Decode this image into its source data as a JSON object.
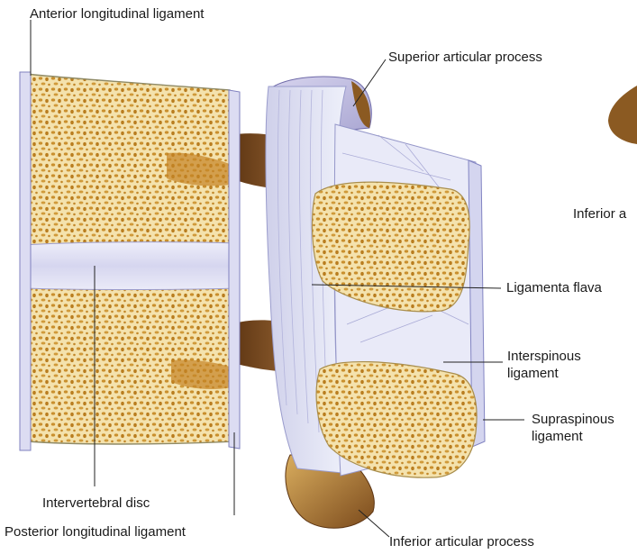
{
  "labels": {
    "anterior_longitudinal": "Anterior longitudinal ligament",
    "superior_articular": "Superior articular process",
    "inferior_partial": "Inferior a",
    "ligamenta_flava": "Ligamenta flava",
    "interspinous_line1": "Interspinous",
    "interspinous_line2": "ligament",
    "supraspinous_line1": "Supraspinous",
    "supraspinous_line2": "ligament",
    "intervertebral_disc": "Intervertebral disc",
    "posterior_longitudinal": "Posterior longitudinal ligament",
    "inferior_articular": "Inferior articular process"
  },
  "colors": {
    "bone_fill": "#f3dfa6",
    "bone_pore": "#c7902f",
    "disc_fill": "#dcdcf2",
    "ligament_fill": "#e8e8f7",
    "pedicle_brown": "#7a4b22",
    "leader_line": "#222222"
  }
}
